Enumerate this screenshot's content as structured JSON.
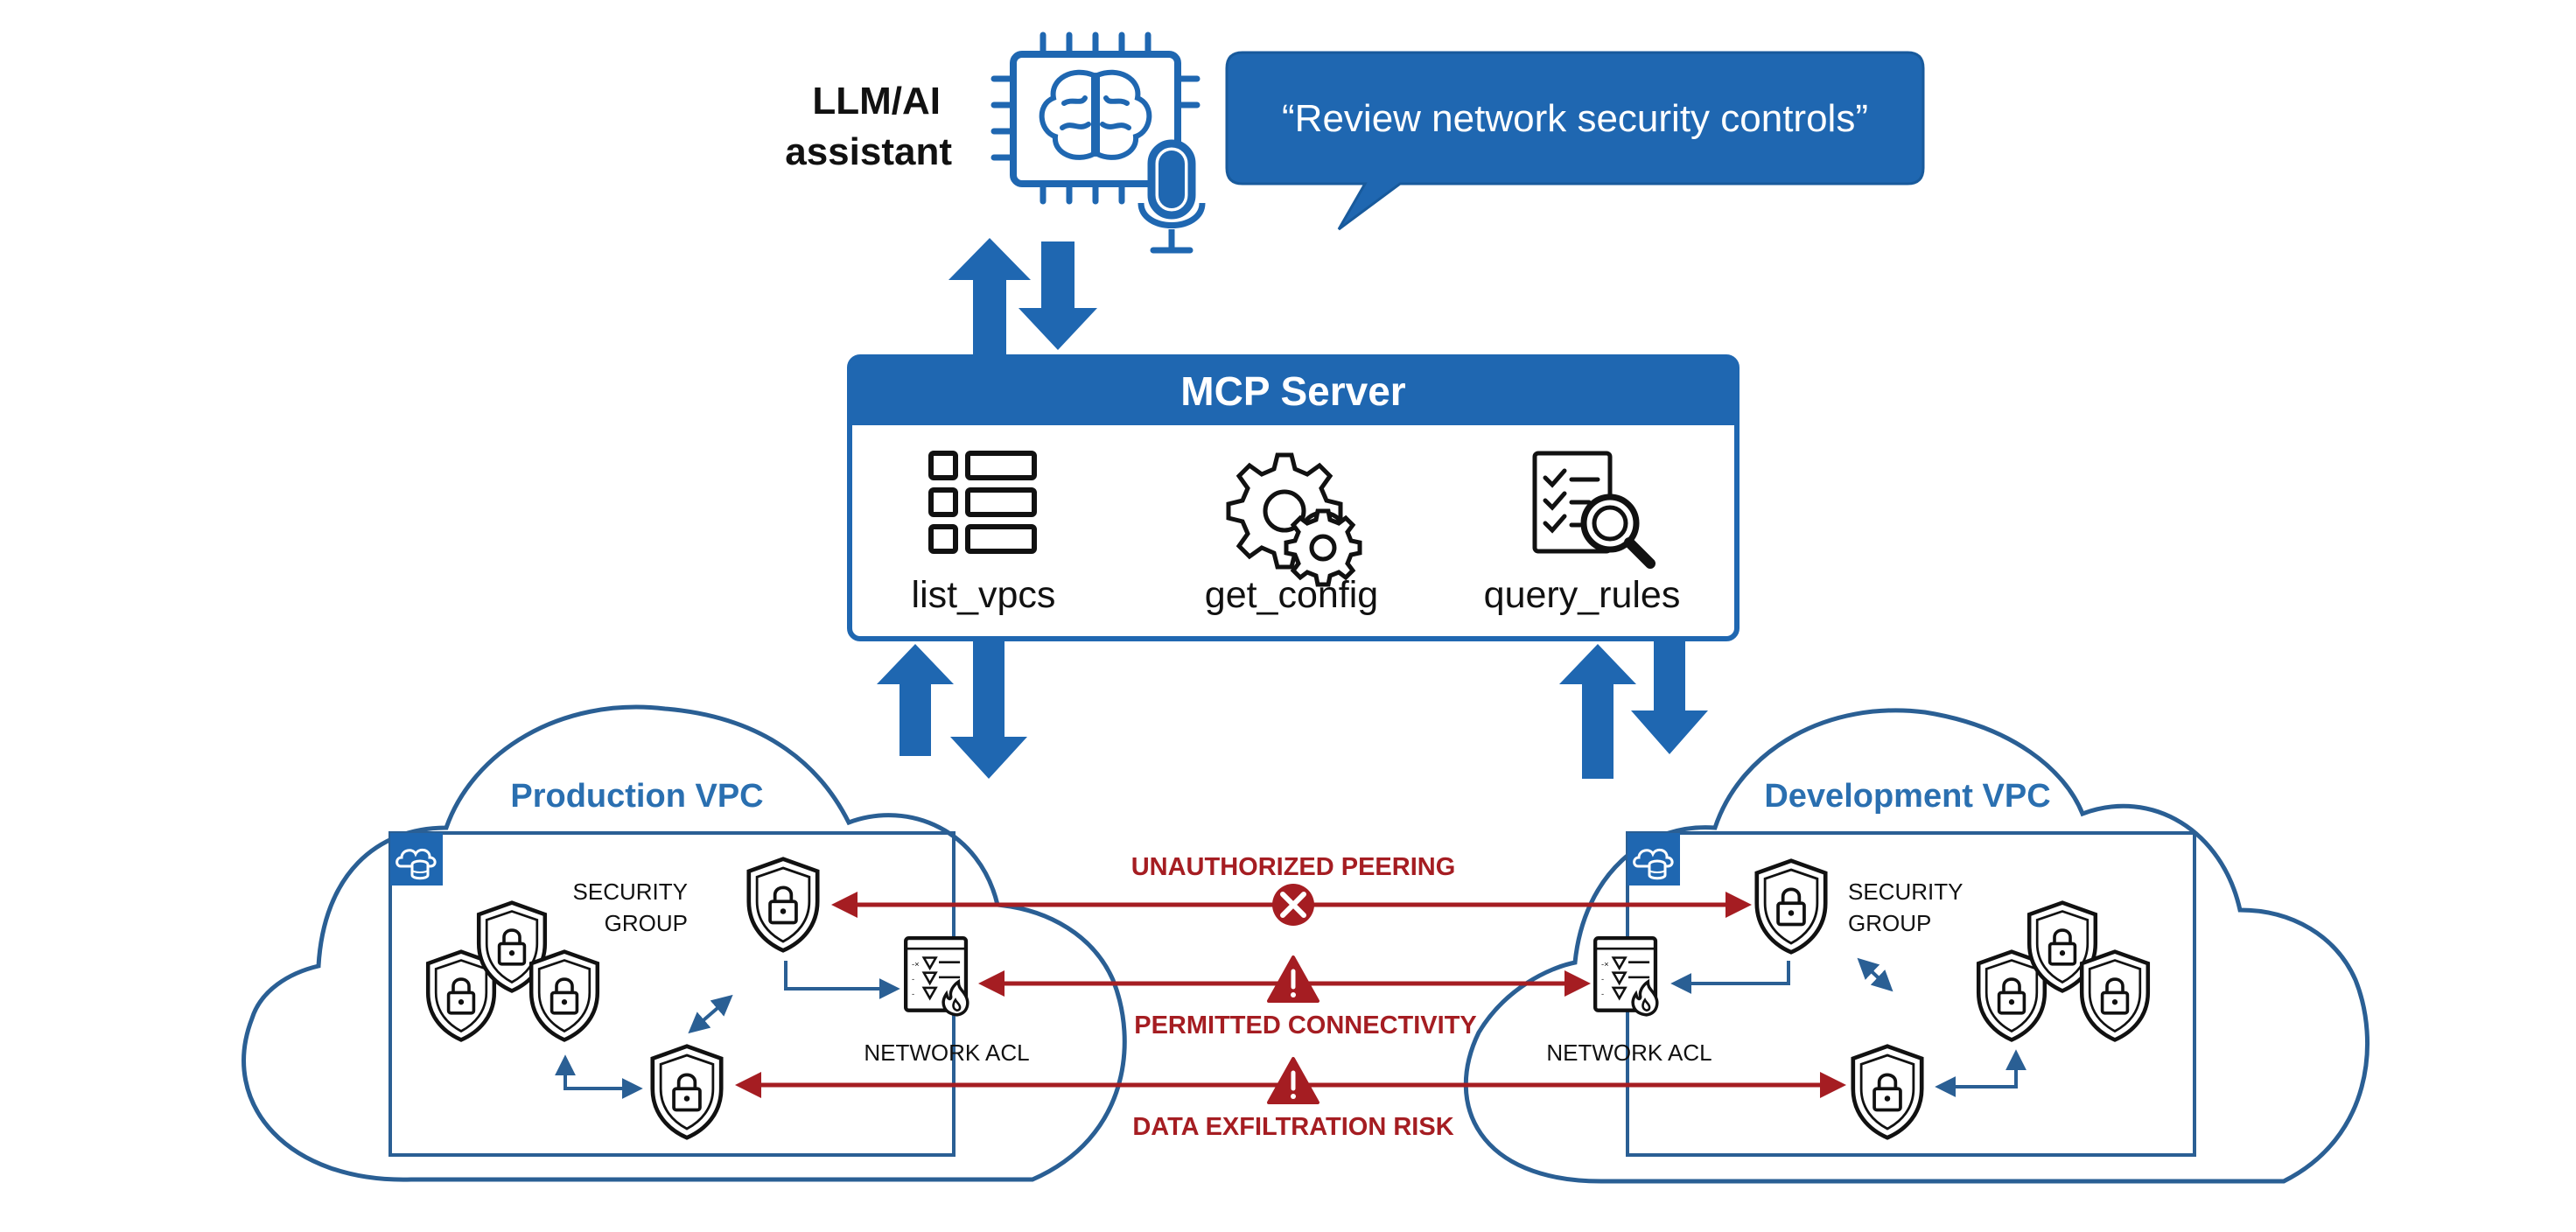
{
  "ai_assistant": {
    "label_line1": "LLM/AI",
    "label_line2": "assistant",
    "speech": "“Review network security controls”"
  },
  "mcp_server": {
    "title": "MCP Server",
    "tools": [
      {
        "label": "list_vpcs",
        "icon": "table-grid-icon"
      },
      {
        "label": "get_config",
        "icon": "gears-icon"
      },
      {
        "label": "query_rules",
        "icon": "checklist-magnifier-icon"
      }
    ]
  },
  "production_vpc": {
    "title": "Production VPC",
    "security_group_line1": "SECURITY",
    "security_group_line2": "GROUP",
    "network_acl": "NETWORK ACL"
  },
  "development_vpc": {
    "title": "Development VPC",
    "security_group_line1": "SECURITY",
    "security_group_line2": "GROUP",
    "network_acl": "NETWORK ACL"
  },
  "risks": [
    {
      "label": "UNAUTHORIZED PEERING",
      "icon": "blocked-x-icon"
    },
    {
      "label": "PERMITTED CONNECTIVITY",
      "icon": "warning-triangle-icon"
    },
    {
      "label": "DATA EXFILTRATION RISK",
      "icon": "warning-triangle-icon"
    }
  ],
  "colors": {
    "primary_blue": "#1f67b1",
    "cloud_outline": "#2a5f94",
    "risk_red": "#a51d22"
  }
}
